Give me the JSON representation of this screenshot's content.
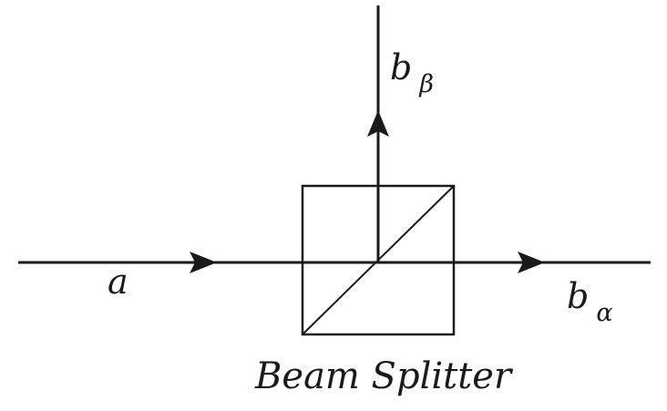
{
  "diagram": {
    "input_beam": {
      "label": "a"
    },
    "transmitted_beam": {
      "label_base": "b",
      "label_sub": "α"
    },
    "reflected_beam": {
      "label_base": "b",
      "label_sub": "β"
    },
    "component": {
      "caption": "Beam Splitter"
    }
  },
  "colors": {
    "line": "#1a1a1a",
    "background": "#ffffff"
  }
}
